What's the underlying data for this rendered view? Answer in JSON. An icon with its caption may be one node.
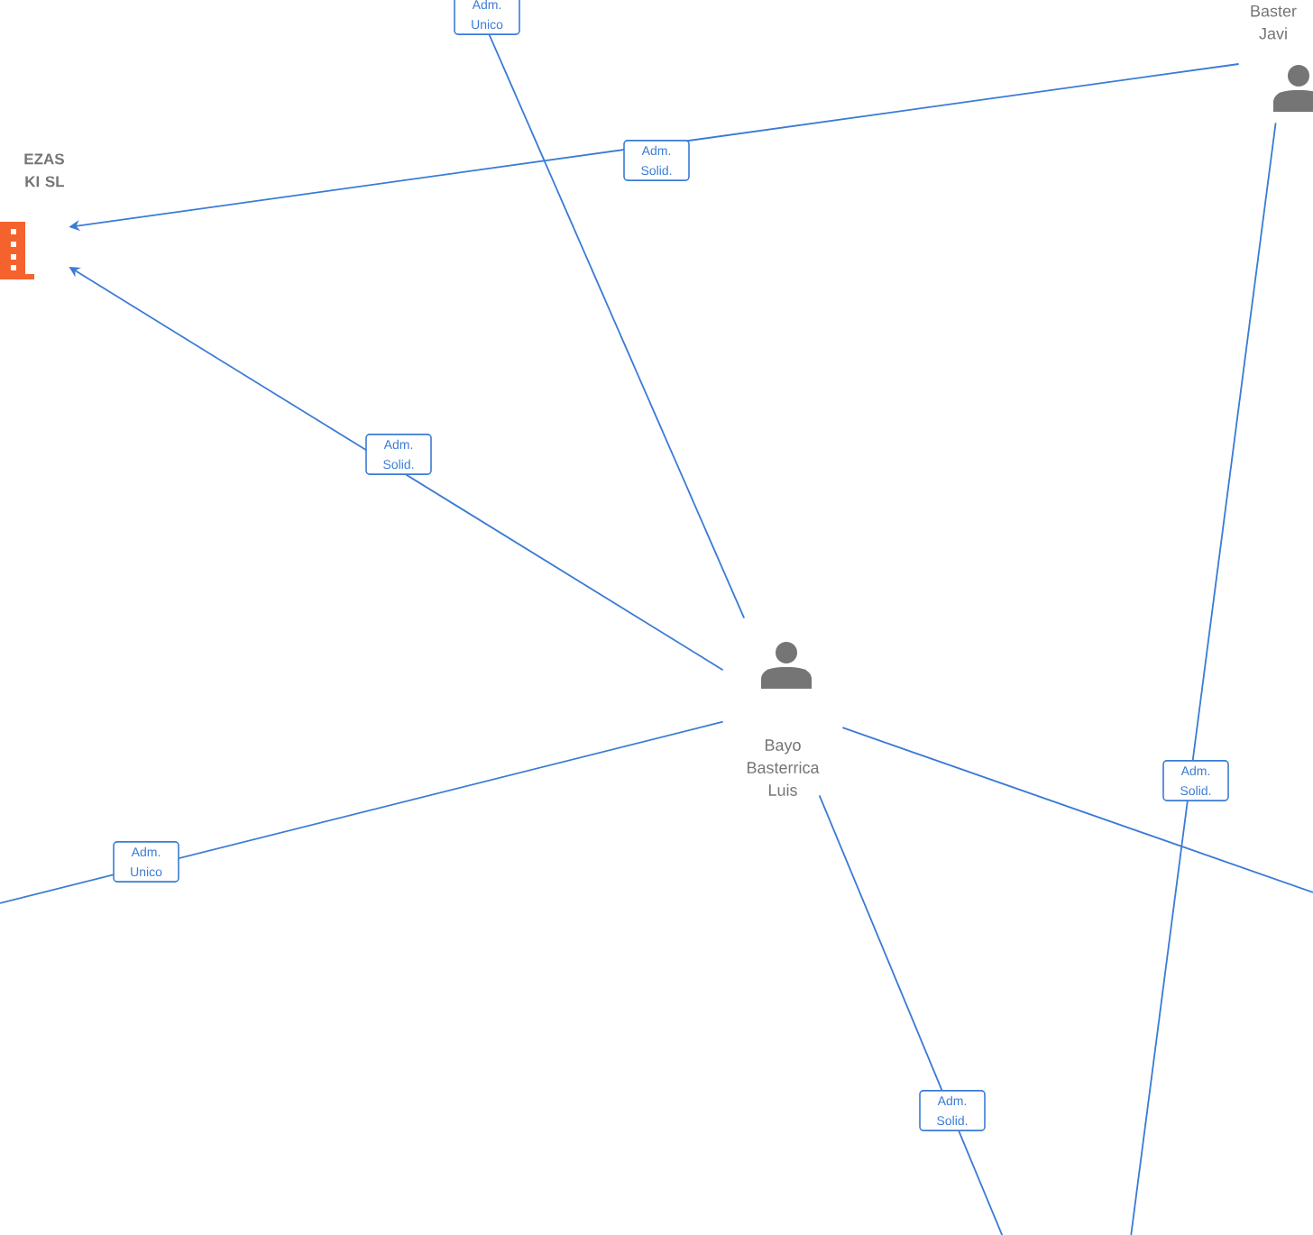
{
  "diagram": {
    "nodes": [
      {
        "text": [
          "EZAS KI SL"
        ]
      },
      {
        "text": [
          "Baster Javi"
        ]
      },
      {
        "text": [
          "Bayo Basterrica Luis"
        ]
      }
    ],
    "edges": [
      {
        "from": 1,
        "to": 0,
        "arrow": "to",
        "label": "Adm. Solid."
      },
      {
        "from": 2,
        "to": 0,
        "arrow": "to",
        "label": "Adm. Solid."
      },
      {
        "from": 2,
        "to": null,
        "arrow": "none",
        "label": "Adm. Unico"
      },
      {
        "from": 2,
        "to": null,
        "arrow": "none",
        "label": "Adm. Unico"
      },
      {
        "from": 2,
        "to": null,
        "arrow": "none"
      },
      {
        "from": 2,
        "to": null,
        "arrow": "none",
        "label": "Adm. Solid."
      },
      {
        "from": 1,
        "to": null,
        "arrow": "none",
        "label": "Adm. Solid."
      }
    ]
  }
}
